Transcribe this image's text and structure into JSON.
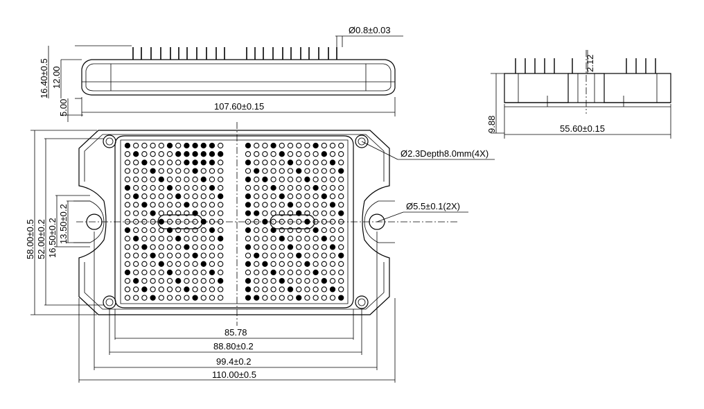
{
  "drawing": {
    "side_view": {
      "pin_diameter": "Ø0.8±0.03",
      "total_height": "16.40±0.5",
      "body_height": "12.00",
      "base_height": "5.00",
      "length": "107.60±0.15"
    },
    "end_view": {
      "pin_offset": "2.12",
      "height": "9.88",
      "width": "55.60±0.15"
    },
    "top_view": {
      "corner_holes": "Ø2.3Depth8.0mm(4X)",
      "mount_holes": "Ø5.5±0.1(2X)",
      "outer_height": "58.00±0.5",
      "hole_pitch_height": "52.00±0.2",
      "tab_height": "16.50±0.2",
      "slot_height": "13.50±0.2",
      "width_inner": "85.78",
      "width_holes": "88.80±0.2",
      "width_mount": "99.4±0.2",
      "width_outer": "110.00±0.5"
    }
  }
}
